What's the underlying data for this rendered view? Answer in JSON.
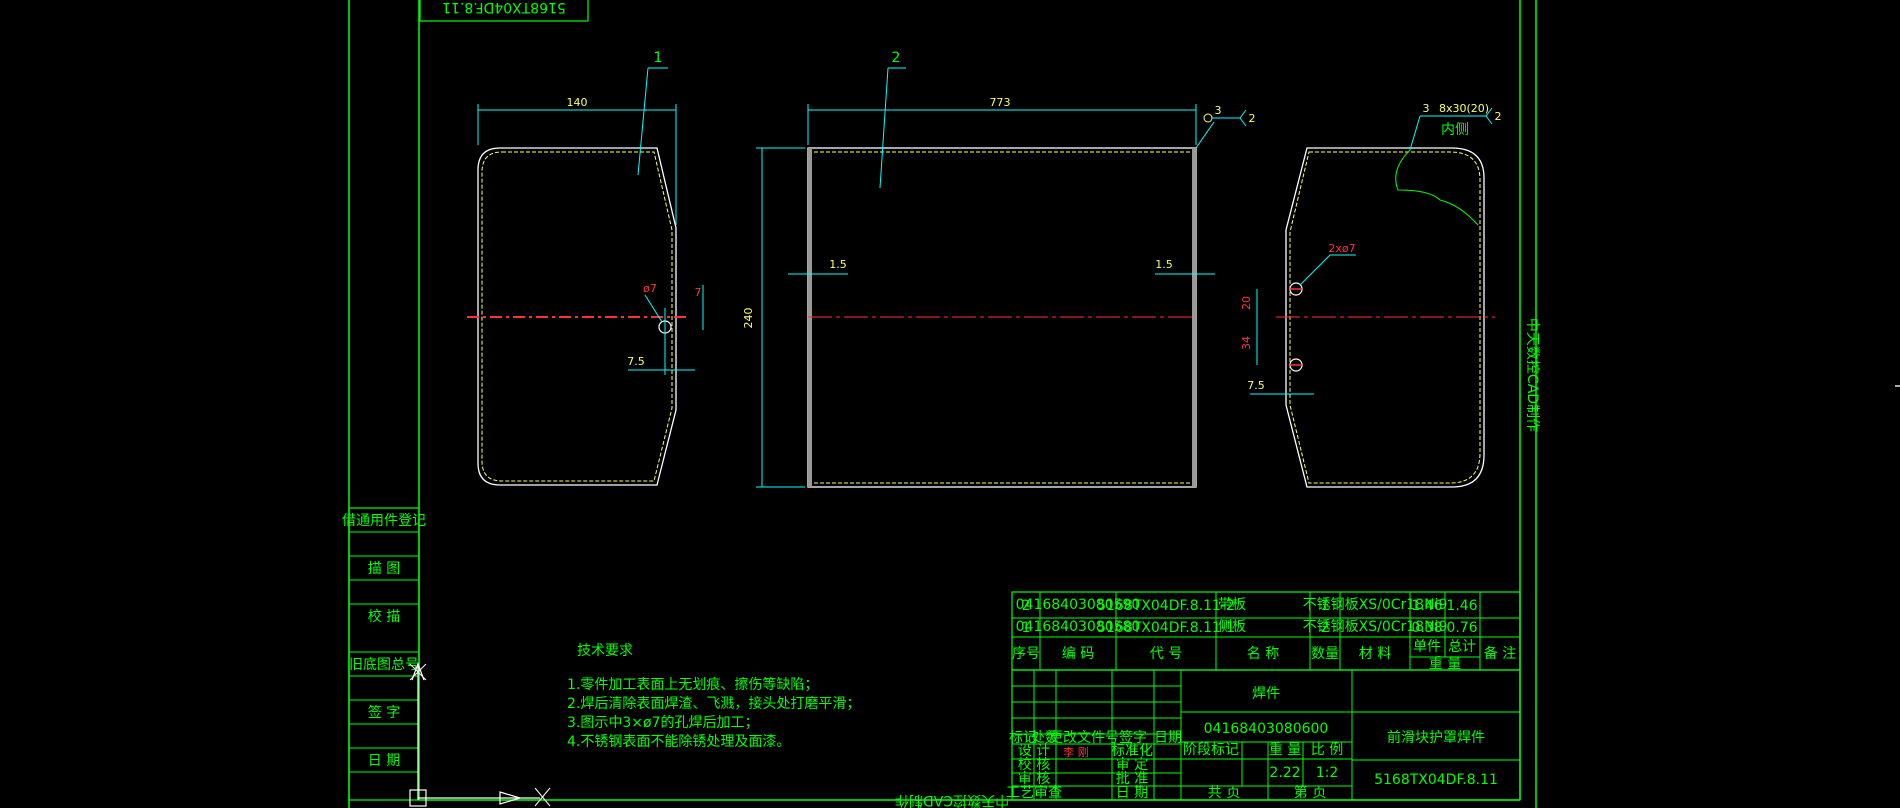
{
  "stamp_text": "5168TX04DF.8.11",
  "part_labels": [
    "1",
    "2"
  ],
  "dims": {
    "width_left": "140",
    "width_mid": "773",
    "height_mid": "240",
    "gap_left": "1.5",
    "gap_right": "1.5",
    "hole_left": "ø7",
    "seven": "7",
    "seven_five": "7.5",
    "two_holes": "2xø7",
    "d20": "20",
    "d34": "34",
    "d75r": "7.5"
  },
  "weld_symbols": {
    "mid": "3",
    "mid_tail": "2",
    "right": "3",
    "right_spec": "8x30(20)",
    "right_tail": "2",
    "inner": "内侧"
  },
  "left_block_labels": [
    "借通用件登记",
    "描  图",
    "校  描",
    "旧底图总号",
    "签  字",
    "日  期"
  ],
  "tech_req": {
    "title": "技术要求",
    "lines": [
      "1.零件加工表面上无划痕、擦伤等缺陷；",
      "2.焊后清除表面焊渣、飞溅，接头处打磨平滑；",
      "3.图示中3×ø7的孔焊后加工；",
      "4.不锈钢表面不能除锈处理及面漆。"
    ]
  },
  "bom": {
    "rows": [
      {
        "no": "2",
        "code": "0416840308059​0",
        "drawing": "5168TX04DF.8.11-2",
        "name": "带板",
        "qty": "1",
        "material": "不锈钢板XS/0Cr18Ni9",
        "unit": "1.46",
        "total": "1.46"
      },
      {
        "no": "1",
        "code": "04168403080580",
        "drawing": "5168TX04DF.8.11-1",
        "name": "侧板",
        "qty": "2",
        "material": "不锈钢板XS/0Cr18Ni9",
        "unit": "0.38",
        "total": "0.76"
      }
    ],
    "headers": {
      "no": "序号",
      "code": "编  码",
      "drawing": "代  号",
      "name": "名  称",
      "qty": "数量",
      "material": "材  料",
      "unit": "单件",
      "total": "总计",
      "weight": "重  量",
      "remark": "备  注"
    }
  },
  "title_block": {
    "weld": "焊件",
    "code": "04168403080600",
    "name": "前滑块护罩焊件",
    "drawing_no": "5168TX04DF.8.11",
    "weight": "2.22",
    "scale": "1:2",
    "row_labels": [
      "标记",
      "处数",
      "更改文件号",
      "签字",
      "日期"
    ],
    "left_labels": [
      "设 计",
      "校 核",
      "审 核",
      "工艺审查"
    ],
    "mid_labels": [
      "标准化",
      "审 定",
      "批 准",
      "日 期"
    ],
    "hdr_stage": "阶段标记",
    "hdr_weight": "重 量",
    "hdr_scale": "比 例",
    "hdr_sheets": "共  页",
    "hdr_sheet": "第  页",
    "signature": "李 刚"
  },
  "side_text": "中天数控CAD制作",
  "bottom_text": "中天数控CAD制作",
  "colors": {
    "frame": "#00ff00",
    "dim": "#00ffff",
    "outline": "#ffff66",
    "center": "#ff3333",
    "plate": "#ffffff"
  }
}
